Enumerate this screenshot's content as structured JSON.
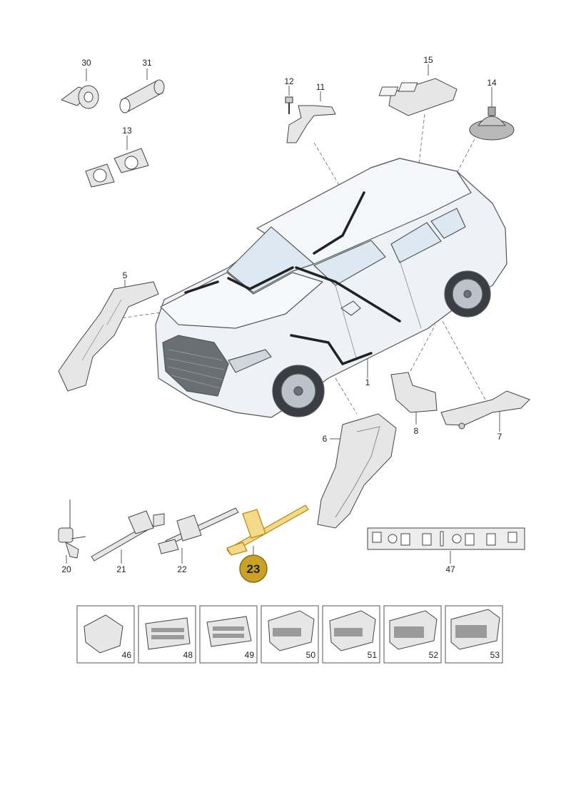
{
  "parts": {
    "p1": "1",
    "p5": "5",
    "p6": "6",
    "p7": "7",
    "p8": "8",
    "p11": "11",
    "p12": "12",
    "p13": "13",
    "p14": "14",
    "p15": "15",
    "p20": "20",
    "p21": "21",
    "p22": "22",
    "p30": "30",
    "p31": "31",
    "p47": "47"
  },
  "highlight": {
    "label": "23",
    "color": "#c9a227"
  },
  "connectors": [
    "46",
    "48",
    "49",
    "50",
    "51",
    "52",
    "53"
  ],
  "colors": {
    "car_body": "#eef1f5",
    "car_glass": "#dde9f2",
    "outline": "#444444",
    "part_fill": "#e6e6e6"
  }
}
